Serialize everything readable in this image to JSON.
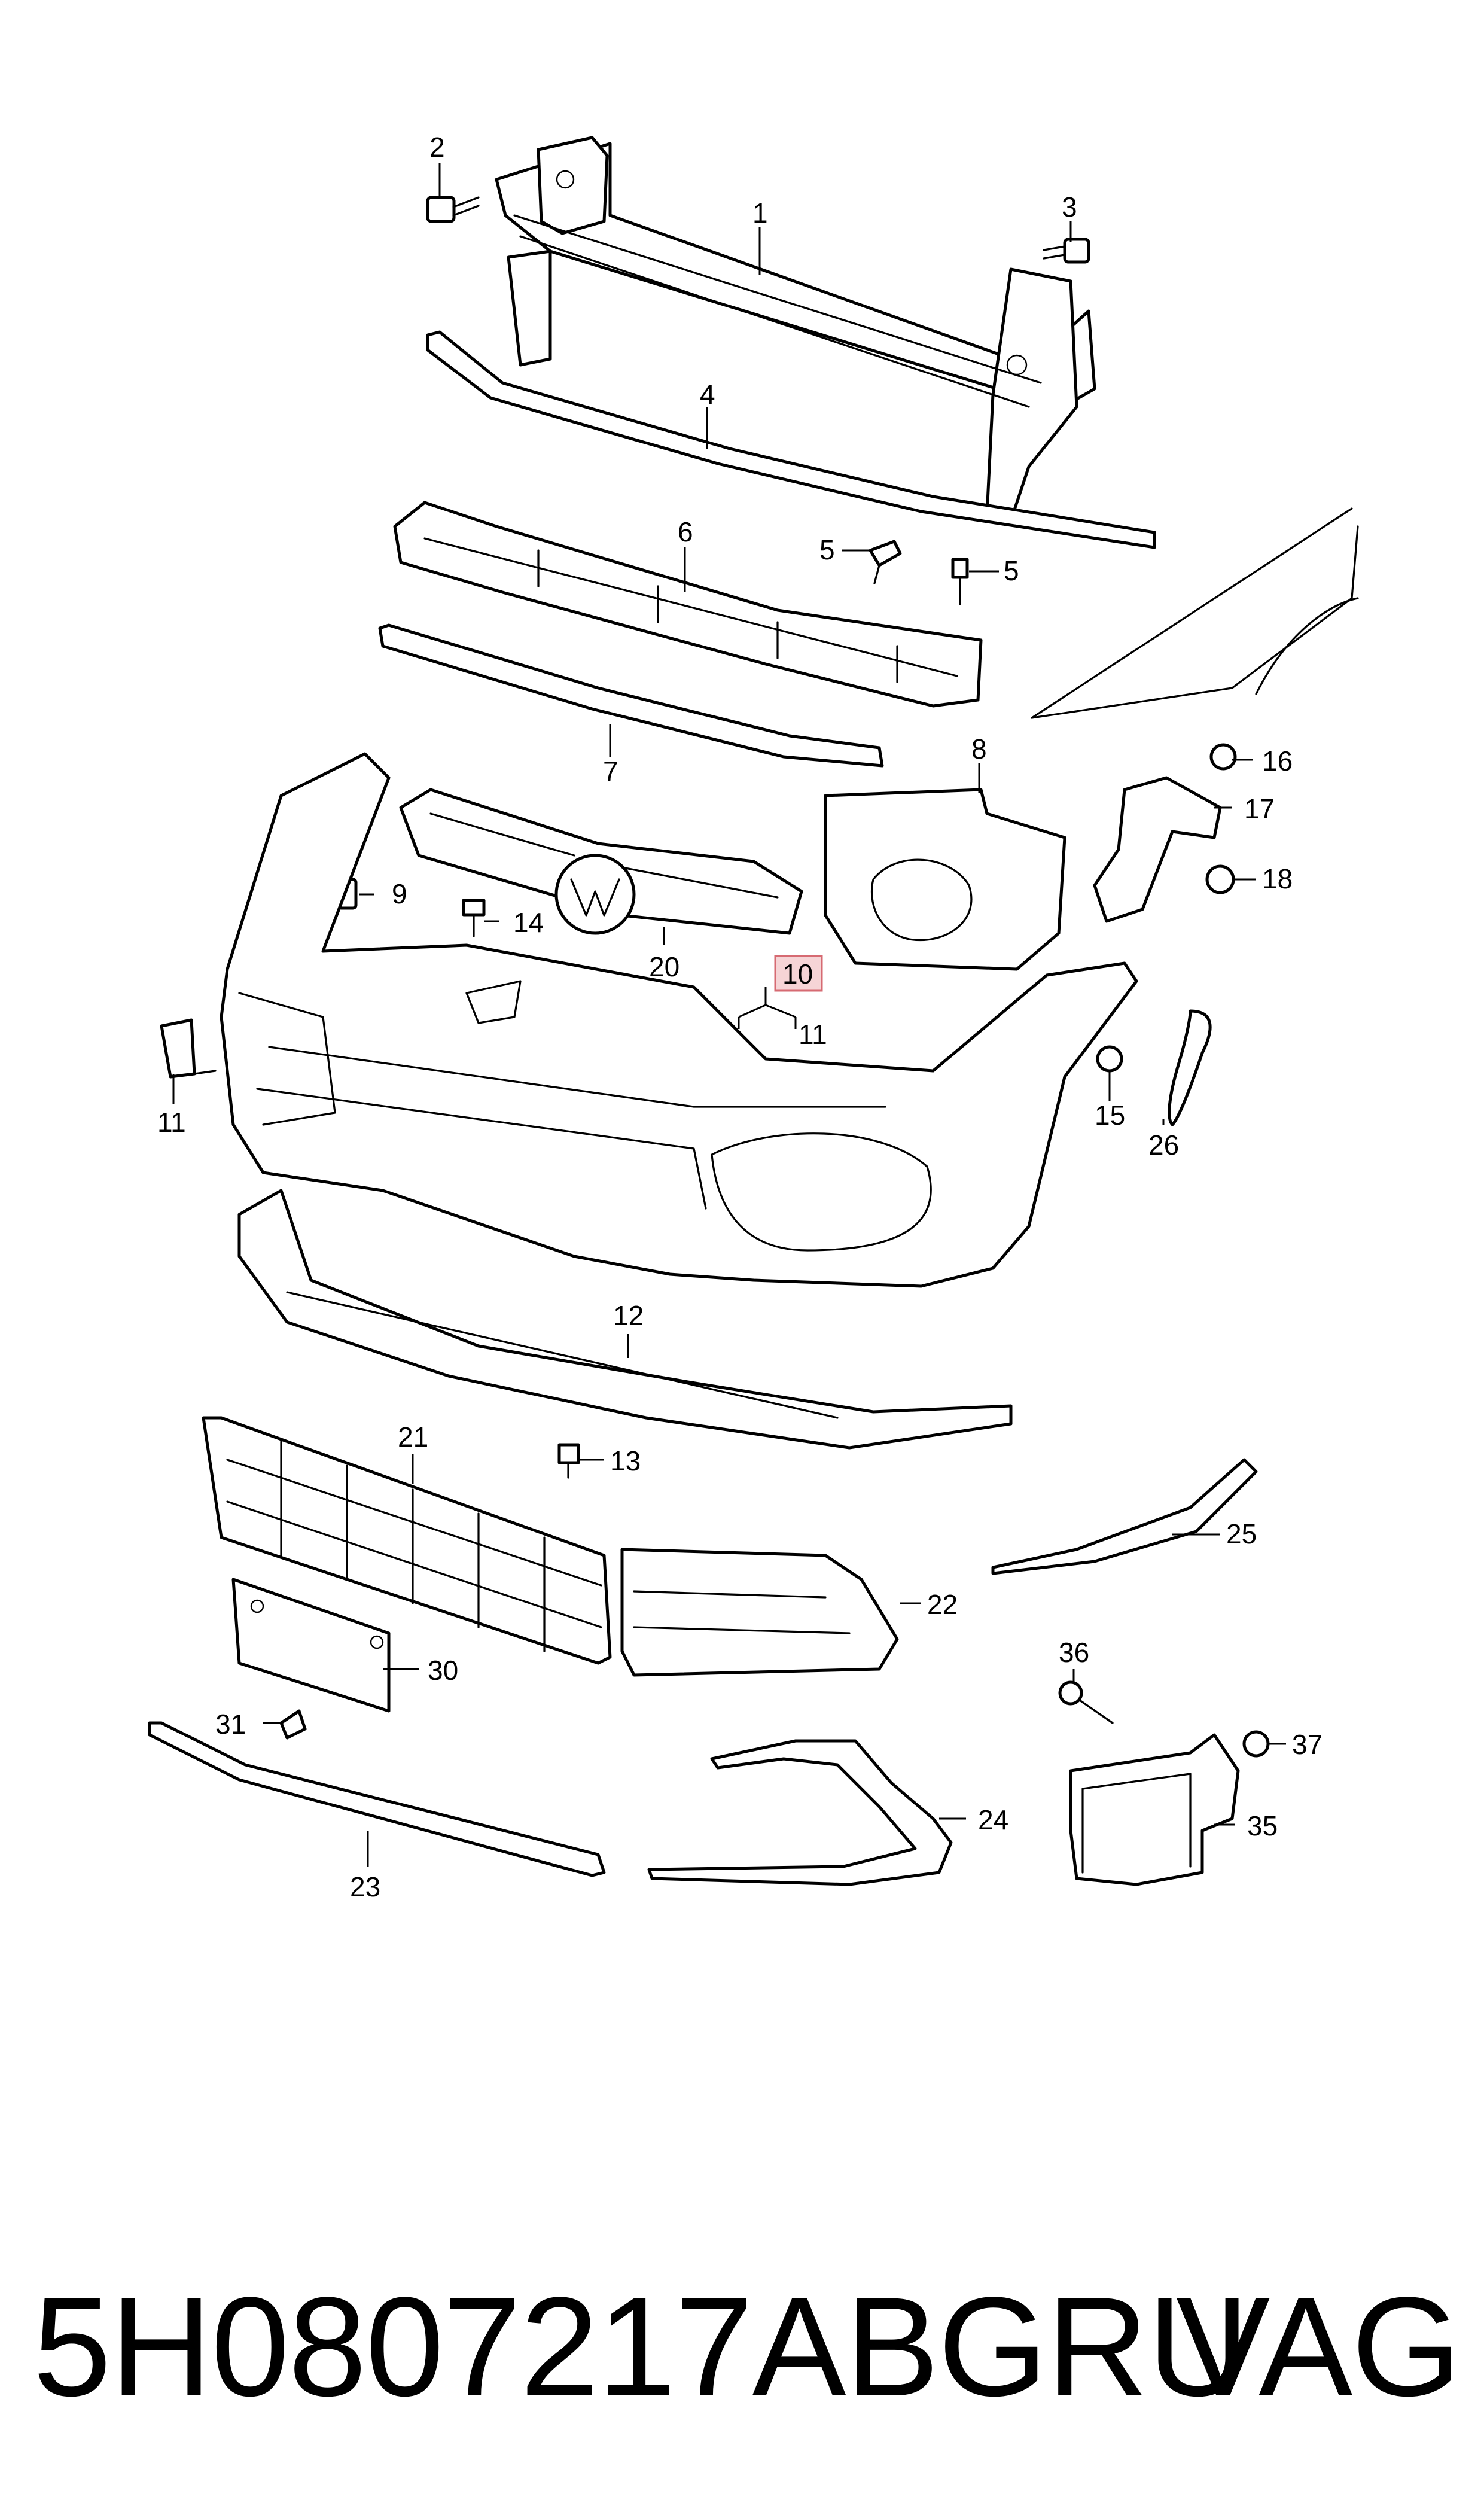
{
  "callouts": {
    "c1": "1",
    "c2": "2",
    "c3": "3",
    "c4": "4",
    "c5a": "5",
    "c5b": "5",
    "c6": "6",
    "c7": "7",
    "c8": "8",
    "c9": "9",
    "c10": "10",
    "c11a": "11",
    "c11b": "11",
    "c12": "12",
    "c13": "13",
    "c14": "14",
    "c15": "15",
    "c16": "16",
    "c17": "17",
    "c18": "18",
    "c20": "20",
    "c21": "21",
    "c22": "22",
    "c23": "23",
    "c24": "24",
    "c25": "25",
    "c26": "26",
    "c30": "30",
    "c31": "31",
    "c35": "35",
    "c36": "36",
    "c37": "37"
  },
  "highlighted_callout": "10",
  "footer": {
    "part_number": "5H0807217ABGRU",
    "brand": "VAG"
  },
  "colors": {
    "line": "#000000",
    "background": "#ffffff",
    "highlight_fill": "#f6d4d6",
    "highlight_border": "#d66a72"
  }
}
